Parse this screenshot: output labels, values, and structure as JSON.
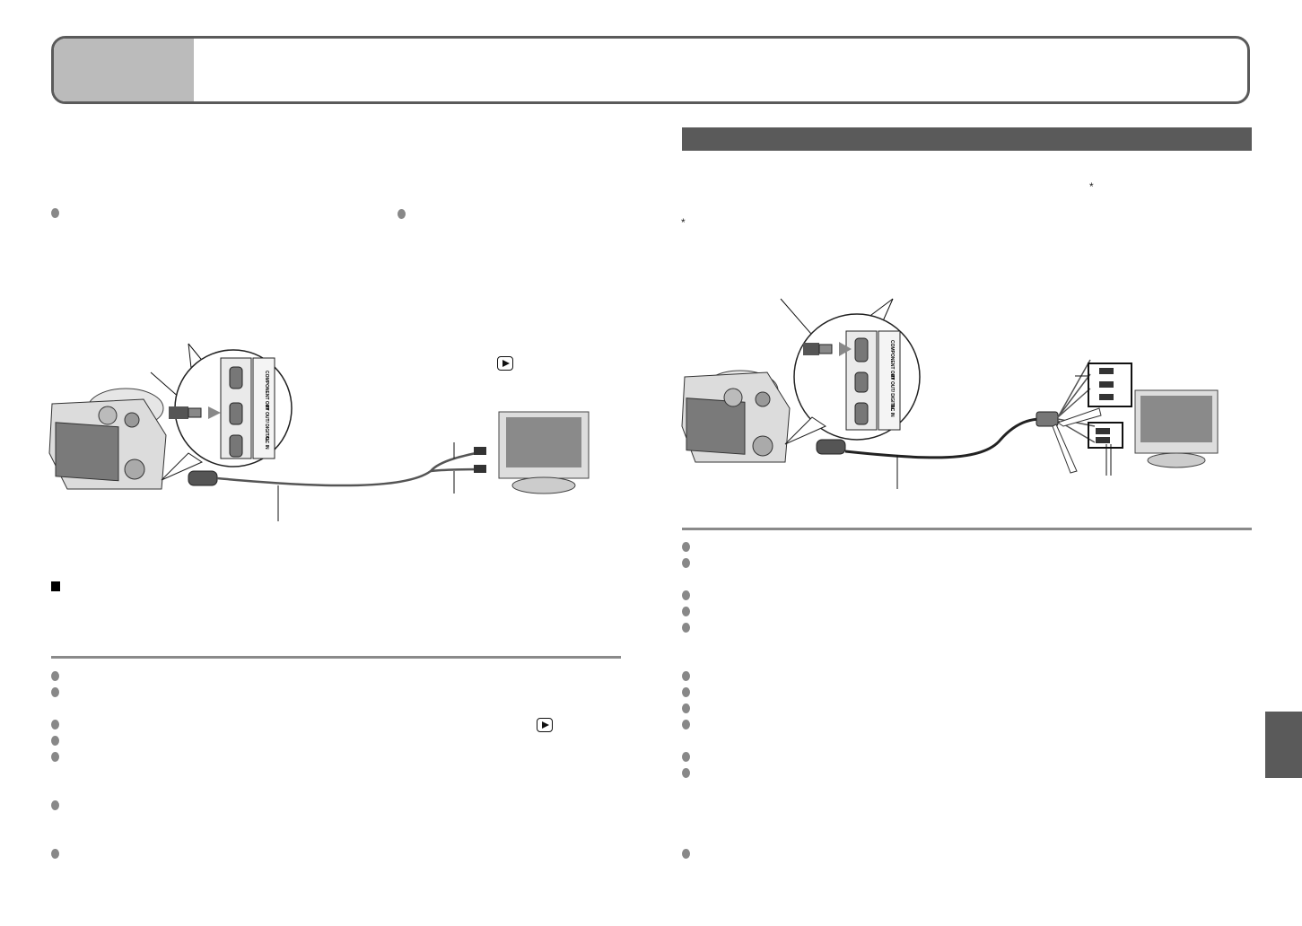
{
  "header": {
    "title": "",
    "tab_label": ""
  },
  "icons": {
    "playback": "playback-button-icon"
  },
  "left_diagram": {
    "ports": [
      "COMPONENT OUT",
      "AV OUT/ DIGITAL",
      "DC IN"
    ]
  },
  "right_diagram": {
    "ports": [
      "COMPONENT OUT",
      "AV OUT/ DIGITAL",
      "DC IN"
    ]
  },
  "footnote_marker": "*",
  "colors": {
    "header_border": "#5a5a5a",
    "header_tab": "#bbbbbb",
    "section_bar": "#5a5a5a",
    "rule": "#8a8a8a",
    "bullet": "#888888",
    "side_tab": "#5a5a5a"
  },
  "left_column": {
    "intro_bullets": 2,
    "note_bullets": 7
  },
  "right_column": {
    "note_bullets": 12
  }
}
